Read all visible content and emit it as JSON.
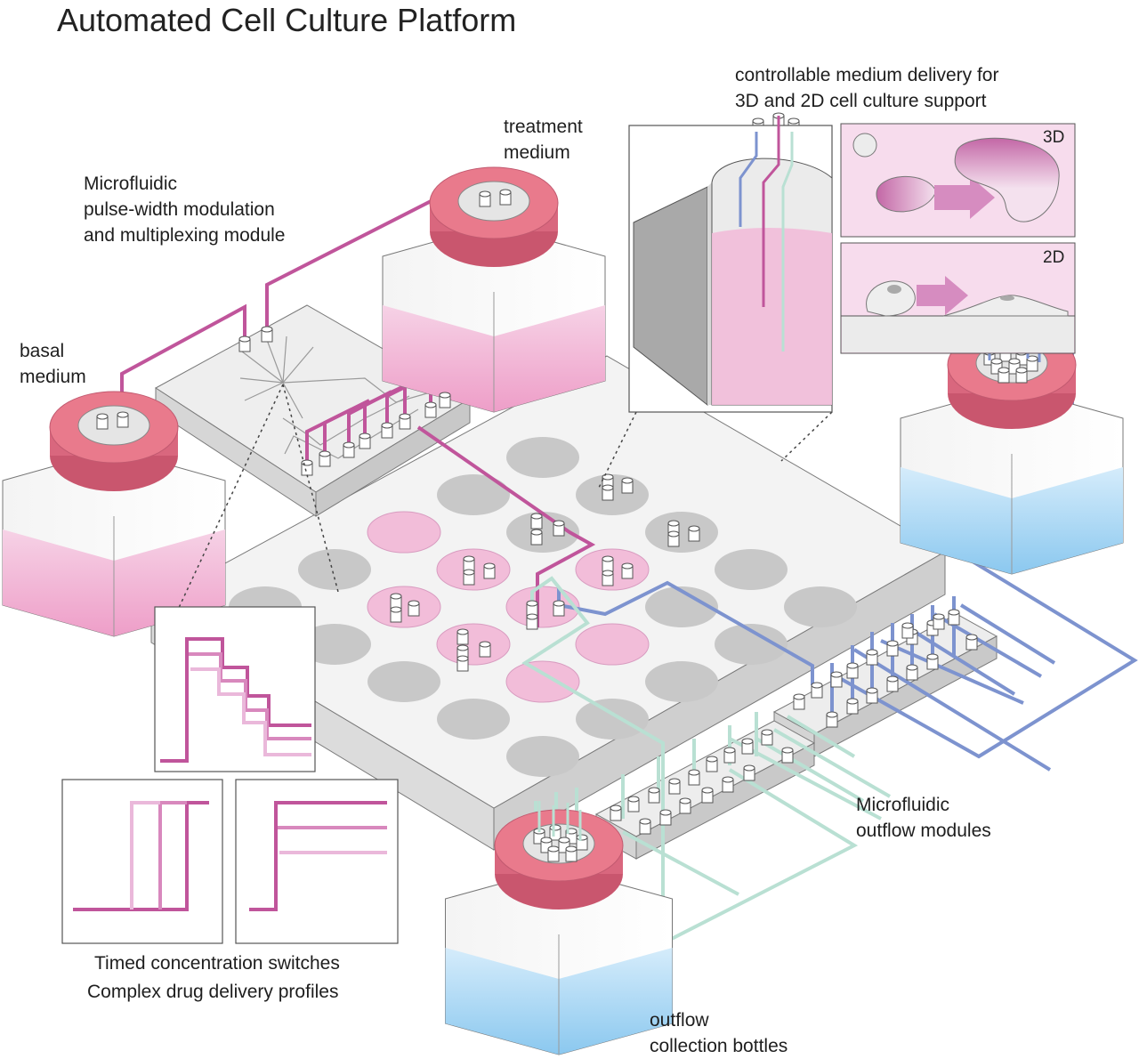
{
  "title": "Automated Cell Culture Platform",
  "labels": {
    "basal": [
      "basal",
      "medium"
    ],
    "treatment": [
      "treatment",
      "medium"
    ],
    "pwm": [
      "Microfluidic",
      "pulse-width modulation",
      "and multiplexing module"
    ],
    "controllable": [
      "controllable medium delivery for",
      "3D and 2D cell culture support"
    ],
    "outflow_modules": [
      "Microfluidic",
      "outflow modules"
    ],
    "collection": [
      "outflow",
      "collection bottles"
    ],
    "timed": [
      "Timed concentration switches",
      "Complex drug delivery profiles"
    ]
  },
  "panel_tags": {
    "three_d": "3D",
    "two_d": "2D"
  },
  "colors": {
    "cap_red": "#e97a8c",
    "magenta_line": "#c0559b",
    "light_magenta": "#e2a8cf",
    "blue_line": "#7d93cf",
    "mint_line": "#b9e0d3",
    "pink_liquid": "#f2bdd9",
    "blue_liquid": "#9fd2f1",
    "well_gray": "#c8c8c8",
    "plate_top": "#f3f3f3"
  }
}
